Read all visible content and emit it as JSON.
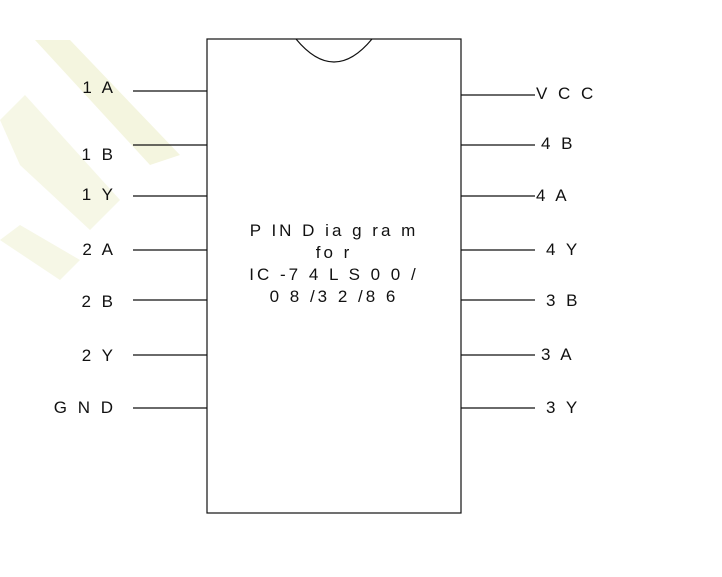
{
  "chip": {
    "title_lines": [
      "P IN  D ia g ra m",
      "fo r",
      "IC -7 4 L S 0 0 /",
      "0 8 /3 2 /8 6"
    ]
  },
  "pins_left": [
    "1 A",
    "1 B",
    "1 Y",
    "2 A",
    "2 B",
    "2 Y",
    "G N D"
  ],
  "pins_right": [
    "V C C",
    "4 B",
    "4 A",
    "4 Y",
    "3 B",
    "3 A",
    "3 Y"
  ],
  "colors": {
    "ink": "#111111",
    "watermark": "#f4f5df"
  }
}
